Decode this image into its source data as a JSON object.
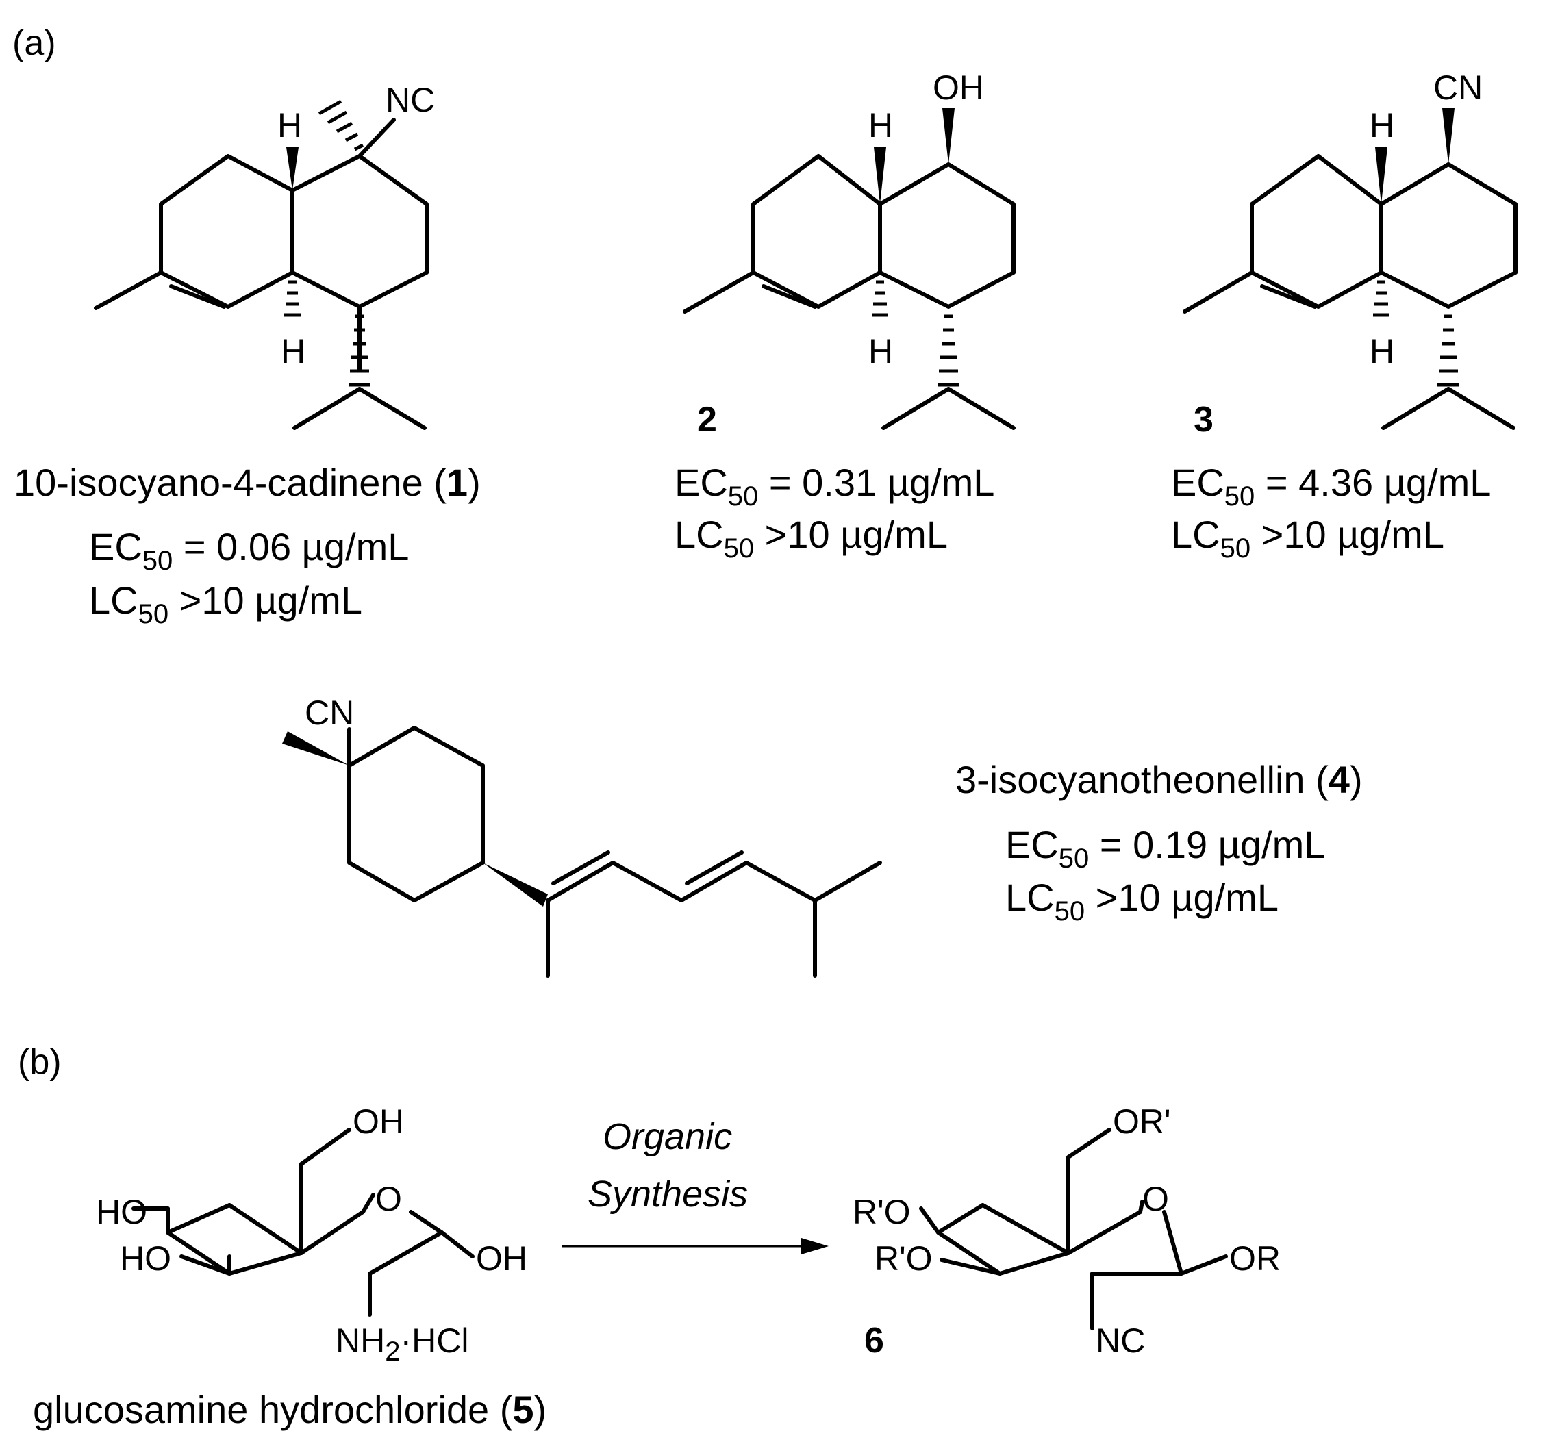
{
  "panels": {
    "a": "(a)",
    "b": "(b)"
  },
  "compound1": {
    "name": "10-isocyano-4-cadinene (",
    "number": "1",
    "close": ")",
    "ec_label": "EC",
    "ec_sub": "50",
    "ec_value": " = 0.06 µg/mL",
    "lc_label": "LC",
    "lc_sub": "50",
    "lc_value": " >10 µg/mL",
    "atoms": {
      "nc": "NC",
      "h_top": "H",
      "h_bot": "H"
    }
  },
  "compound2": {
    "number": "2",
    "ec_label": "EC",
    "ec_sub": "50",
    "ec_value": " = 0.31 µg/mL",
    "lc_label": "LC",
    "lc_sub": "50",
    "lc_value": " >10 µg/mL",
    "atoms": {
      "oh": "OH",
      "h_top": "H",
      "h_bot": "H"
    }
  },
  "compound3": {
    "number": "3",
    "ec_label": "EC",
    "ec_sub": "50",
    "ec_value": " = 4.36 µg/mL",
    "lc_label": "LC",
    "lc_sub": "50",
    "lc_value": " >10 µg/mL",
    "atoms": {
      "cn": "CN",
      "h_top": "H",
      "h_bot": "H"
    }
  },
  "compound4": {
    "name": "3-isocyanotheonellin (",
    "number": "4",
    "close": ")",
    "ec_label": "EC",
    "ec_sub": "50",
    "ec_value": " = 0.19 µg/mL",
    "lc_label": "LC",
    "lc_sub": "50",
    "lc_value": " >10 µg/mL",
    "atoms": {
      "cn": "CN"
    }
  },
  "compound5": {
    "name": "glucosamine hydrochloride (",
    "number": "5",
    "close": ")",
    "atoms": {
      "oh_top": "OH",
      "ho_1": "HO",
      "ho_2": "HO",
      "o_ring": "O",
      "oh_right": "OH",
      "nh2": "NH",
      "nh2_sub": "2",
      "hcl": "·HCl"
    }
  },
  "compound6": {
    "number": "6",
    "atoms": {
      "or_top": "OR'",
      "ro_1": "R'O",
      "ro_2": "R'O",
      "o_ring": "O",
      "or_right": "OR",
      "nc": "NC"
    }
  },
  "reaction": {
    "line1": "Organic",
    "line2": "Synthesis"
  }
}
